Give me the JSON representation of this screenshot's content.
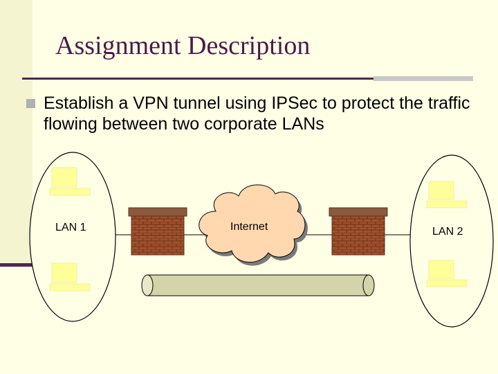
{
  "slide": {
    "title": "Assignment Description",
    "bullet": "Establish a VPN tunnel using IPSec to protect the traffic flowing between two corporate LANs"
  },
  "diagram": {
    "lan1_label": "LAN 1",
    "lan2_label": "LAN 2",
    "internet_label": "Internet",
    "colors": {
      "title": "#4a1a4a",
      "firewall": "#a0522d",
      "firewall_top": "#8b5a3c",
      "cloud": "#ffd8b0",
      "tunnel": "#d4d4aa",
      "computer": "#ffff99"
    }
  }
}
